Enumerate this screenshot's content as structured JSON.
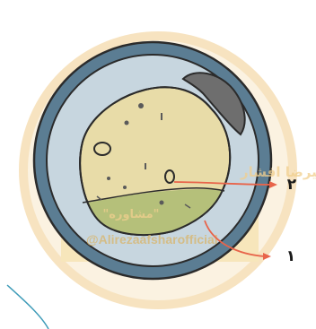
{
  "labels": {
    "label_1": "۱",
    "label_2": "۲"
  },
  "watermark": {
    "line1": "مشاور ما : سیتار علیرضا افشار",
    "line2": "\"مشاوره\"",
    "handle": "@Alirezaafsharofficial"
  },
  "colors": {
    "outer_ring_fill": "#5b7d93",
    "outer_ring_stroke": "#2b2b2b",
    "cytoplasm_fill": "#c7d6df",
    "yolk_fill": "#e8dca8",
    "yolk_lower_fill": "#b5c07a",
    "cap_fill": "#6e6e6e",
    "arrow_color": "#e8644a",
    "watermark_color": "#f1cf8e",
    "teal_arc": "#3e9bb8"
  }
}
